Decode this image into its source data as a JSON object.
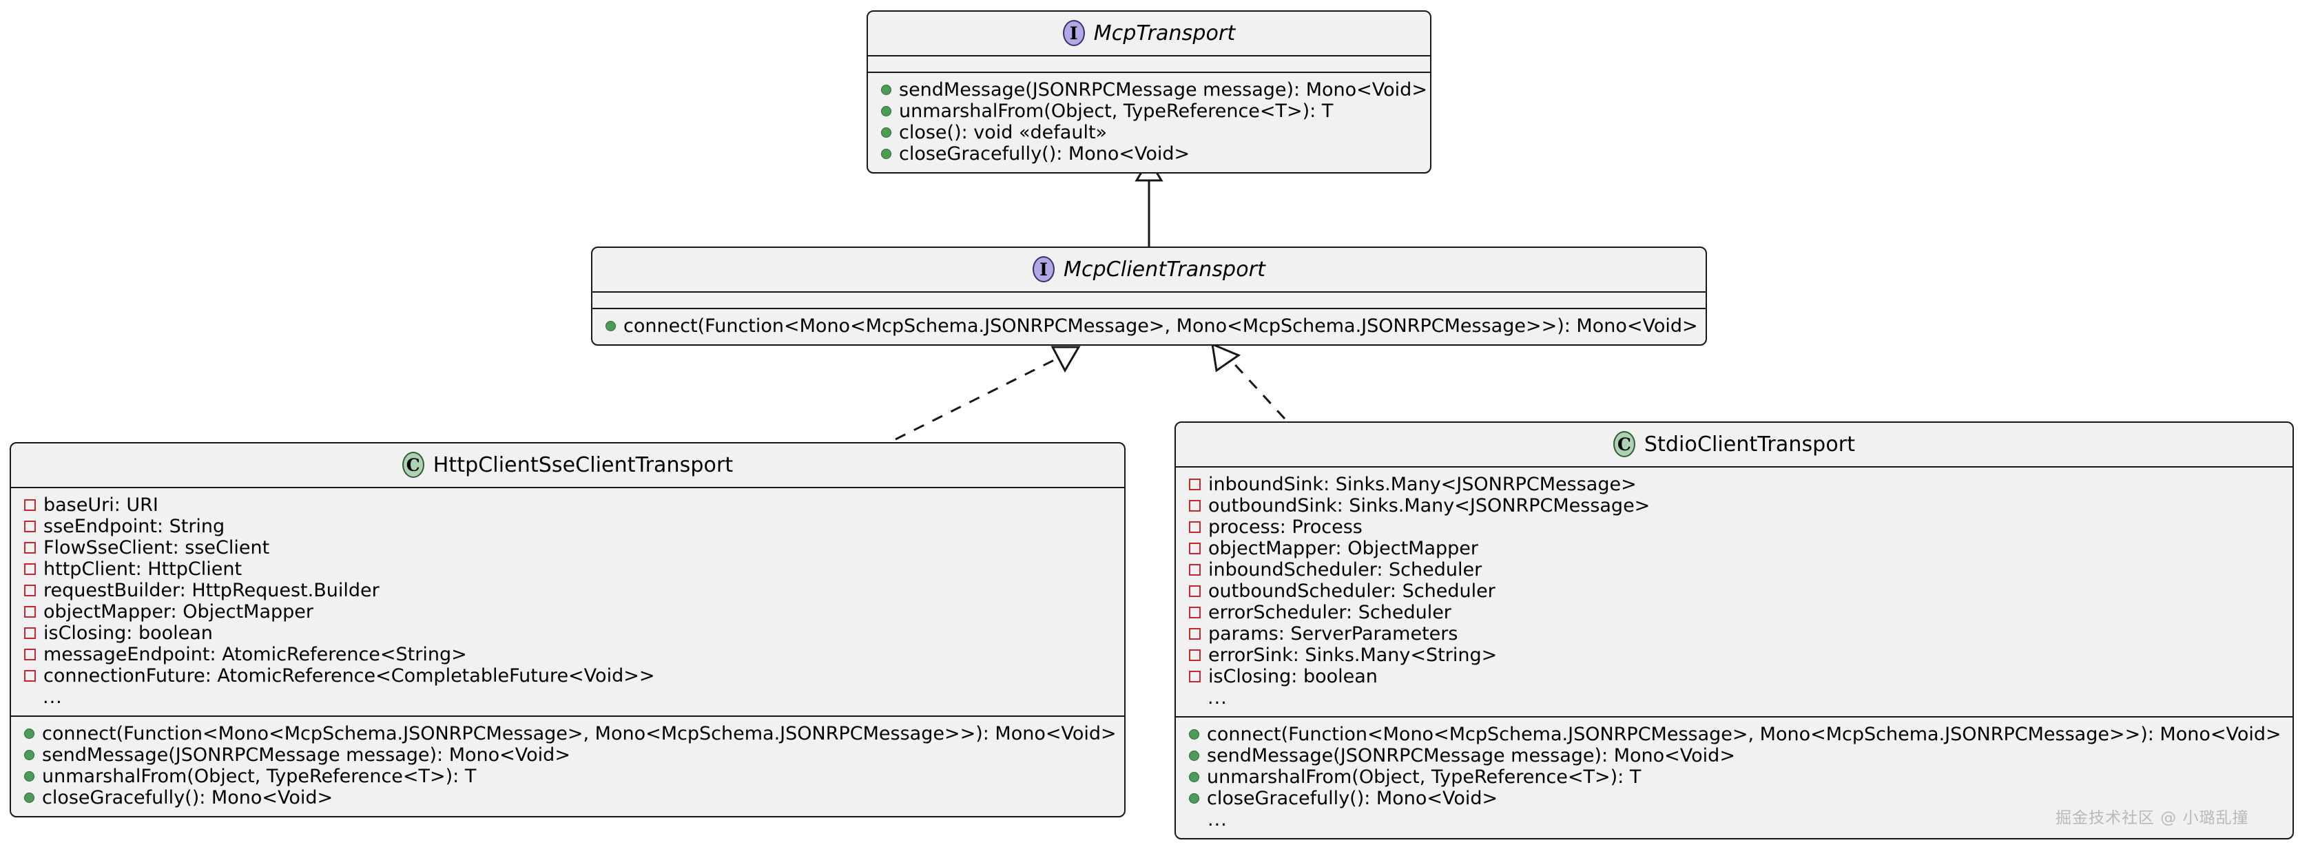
{
  "diagram": {
    "type": "uml-class-diagram",
    "title": "MCP Transport class hierarchy",
    "colors": {
      "background": "#FFFFFF",
      "box_fill": "#F1F1F1",
      "box_border": "#181818",
      "interface_badge_fill": "#B4A7E5",
      "interface_badge_border": "#3A2D6B",
      "class_badge_fill": "#ADD1B2",
      "class_badge_border": "#2E5C37",
      "public_marker": "#4C9B57",
      "private_marker": "#C82930"
    }
  },
  "nodes": {
    "mcp_transport": {
      "stereotype_letter": "I",
      "kind": "interface",
      "name": "McpTransport",
      "attributes": [],
      "methods": [
        {
          "visibility": "public",
          "text": "sendMessage(JSONRPCMessage message): Mono<Void>"
        },
        {
          "visibility": "public",
          "text": "unmarshalFrom(Object, TypeReference<T>): T"
        },
        {
          "visibility": "public",
          "text": "close(): void «default»"
        },
        {
          "visibility": "public",
          "text": "closeGracefully(): Mono<Void>"
        }
      ]
    },
    "mcp_client_transport": {
      "stereotype_letter": "I",
      "kind": "interface",
      "name": "McpClientTransport",
      "attributes": [],
      "methods": [
        {
          "visibility": "public",
          "text": "connect(Function<Mono<McpSchema.JSONRPCMessage>, Mono<McpSchema.JSONRPCMessage>>): Mono<Void>"
        }
      ]
    },
    "http_client_sse_client_transport": {
      "stereotype_letter": "C",
      "kind": "class",
      "name": "HttpClientSseClientTransport",
      "attributes": [
        {
          "visibility": "private",
          "text": "baseUri: URI"
        },
        {
          "visibility": "private",
          "text": "sseEndpoint: String"
        },
        {
          "visibility": "private",
          "text": "FlowSseClient: sseClient"
        },
        {
          "visibility": "private",
          "text": "httpClient: HttpClient"
        },
        {
          "visibility": "private",
          "text": "requestBuilder: HttpRequest.Builder"
        },
        {
          "visibility": "private",
          "text": "objectMapper: ObjectMapper"
        },
        {
          "visibility": "private",
          "text": "isClosing: boolean"
        },
        {
          "visibility": "private",
          "text": "messageEndpoint: AtomicReference<String>"
        },
        {
          "visibility": "private",
          "text": "connectionFuture: AtomicReference<CompletableFuture<Void>>"
        },
        {
          "visibility": "none",
          "text": "..."
        }
      ],
      "methods": [
        {
          "visibility": "public",
          "text": "connect(Function<Mono<McpSchema.JSONRPCMessage>, Mono<McpSchema.JSONRPCMessage>>): Mono<Void>"
        },
        {
          "visibility": "public",
          "text": "sendMessage(JSONRPCMessage message): Mono<Void>"
        },
        {
          "visibility": "public",
          "text": "unmarshalFrom(Object, TypeReference<T>): T"
        },
        {
          "visibility": "public",
          "text": "closeGracefully(): Mono<Void>"
        }
      ]
    },
    "stdio_client_transport": {
      "stereotype_letter": "C",
      "kind": "class",
      "name": "StdioClientTransport",
      "attributes": [
        {
          "visibility": "private",
          "text": "inboundSink: Sinks.Many<JSONRPCMessage>"
        },
        {
          "visibility": "private",
          "text": "outboundSink: Sinks.Many<JSONRPCMessage>"
        },
        {
          "visibility": "private",
          "text": "process: Process"
        },
        {
          "visibility": "private",
          "text": "objectMapper: ObjectMapper"
        },
        {
          "visibility": "private",
          "text": "inboundScheduler: Scheduler"
        },
        {
          "visibility": "private",
          "text": "outboundScheduler: Scheduler"
        },
        {
          "visibility": "private",
          "text": "errorScheduler: Scheduler"
        },
        {
          "visibility": "private",
          "text": "params: ServerParameters"
        },
        {
          "visibility": "private",
          "text": "errorSink: Sinks.Many<String>"
        },
        {
          "visibility": "private",
          "text": "isClosing: boolean"
        },
        {
          "visibility": "none",
          "text": "..."
        }
      ],
      "methods": [
        {
          "visibility": "public",
          "text": "connect(Function<Mono<McpSchema.JSONRPCMessage>, Mono<McpSchema.JSONRPCMessage>>): Mono<Void>"
        },
        {
          "visibility": "public",
          "text": "sendMessage(JSONRPCMessage message): Mono<Void>"
        },
        {
          "visibility": "public",
          "text": "unmarshalFrom(Object, TypeReference<T>): T"
        },
        {
          "visibility": "public",
          "text": "closeGracefully(): Mono<Void>"
        },
        {
          "visibility": "none",
          "text": "..."
        }
      ]
    }
  },
  "relations": [
    {
      "from": "McpClientTransport",
      "to": "McpTransport",
      "type": "generalization",
      "style": "solid-hollow-triangle"
    },
    {
      "from": "HttpClientSseClientTransport",
      "to": "McpClientTransport",
      "type": "realization",
      "style": "dashed-hollow-triangle"
    },
    {
      "from": "StdioClientTransport",
      "to": "McpClientTransport",
      "type": "realization",
      "style": "dashed-hollow-triangle"
    }
  ],
  "watermark": {
    "text": "掘金技术社区 @ 小璐乱撞"
  }
}
